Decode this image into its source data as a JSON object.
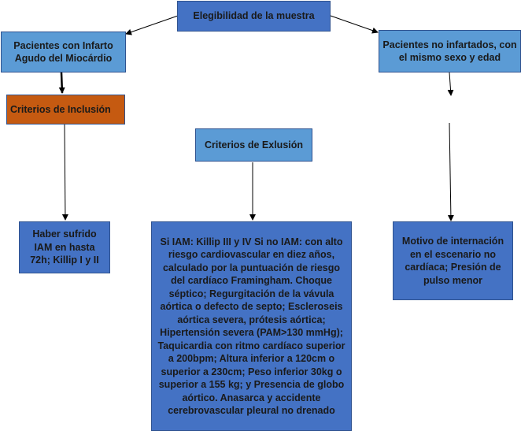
{
  "nodes": {
    "elegibilidad": "Elegibilidad  de la  muestra",
    "infarto": "Pacientes con Infarto Agudo del Miocárdio",
    "no_infartados": "Pacientes no infartados, con el mismo sexo y edad",
    "inclusion": "Criterios de Inclusión",
    "exclusion": "Criterios de Exlusión",
    "haber_sufrido": "Haber sufrido IAM en hasta 72h; Killip I y II",
    "exclusion_detail": "Si IAM: Killip III y IV Si no IAM: con alto riesgo cardiovascular en diez años, calculado por la puntuación de riesgo del cardíaco Framingham. Choque séptico; Regurgitación de la vávula aórtica o defecto de septo; Escleroseis aórtica severa, prótesis aórtica; Hipertensión severa (PAM>130 mmHg); Taquicardia con ritmo cardíaco superior a 200bpm; Altura inferior a 120cm o superior a 230cm; Peso inferior 30kg o superior a 155 kg; y Presencia de globo aórtico. Anasarca y accidente cerebrovascular pleural no drenado",
    "motivo": "Motivo de internación en el escenario no cardíaca; Presión de pulso menor"
  },
  "colors": {
    "light_box": "#5b9bd5",
    "dark_box": "#4472c4",
    "orange_box": "#c55a11",
    "border": "#2f528f",
    "arrow": "#000000"
  }
}
